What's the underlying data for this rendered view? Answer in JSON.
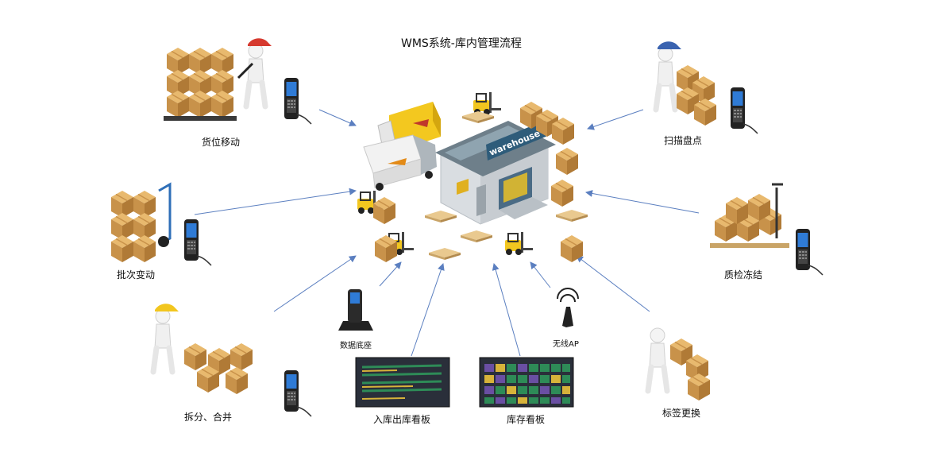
{
  "diagram": {
    "title": "WMS系统-库内管理流程",
    "center_sign": "warehouse",
    "nodes": [
      {
        "id": "location_move",
        "label": "货位移动"
      },
      {
        "id": "inventory_scan",
        "label": "扫描盘点"
      },
      {
        "id": "batch_change",
        "label": "批次变动"
      },
      {
        "id": "qc_freeze",
        "label": "质检冻结"
      },
      {
        "id": "split_merge",
        "label": "拆分、合并"
      },
      {
        "id": "label_change",
        "label": "标签更换"
      },
      {
        "id": "data_cradle",
        "label": "数据底座"
      },
      {
        "id": "wireless_ap",
        "label": "无线AP"
      },
      {
        "id": "inout_board",
        "label": "入库出库看板"
      },
      {
        "id": "stock_board",
        "label": "库存看板"
      }
    ],
    "colors": {
      "arrow": "#5b7fc0",
      "box": "#d9a45a",
      "box_dark": "#b07a36",
      "forklift": "#f2c61f",
      "building_wall": "#d9dde1",
      "building_roof": "#6e7f8a",
      "sign": "#2e5c7a",
      "board_bg": "#2a2f3a",
      "board_green": "#2e8b57",
      "board_yellow": "#d7b33a",
      "board_purple": "#6a4fa3"
    }
  }
}
